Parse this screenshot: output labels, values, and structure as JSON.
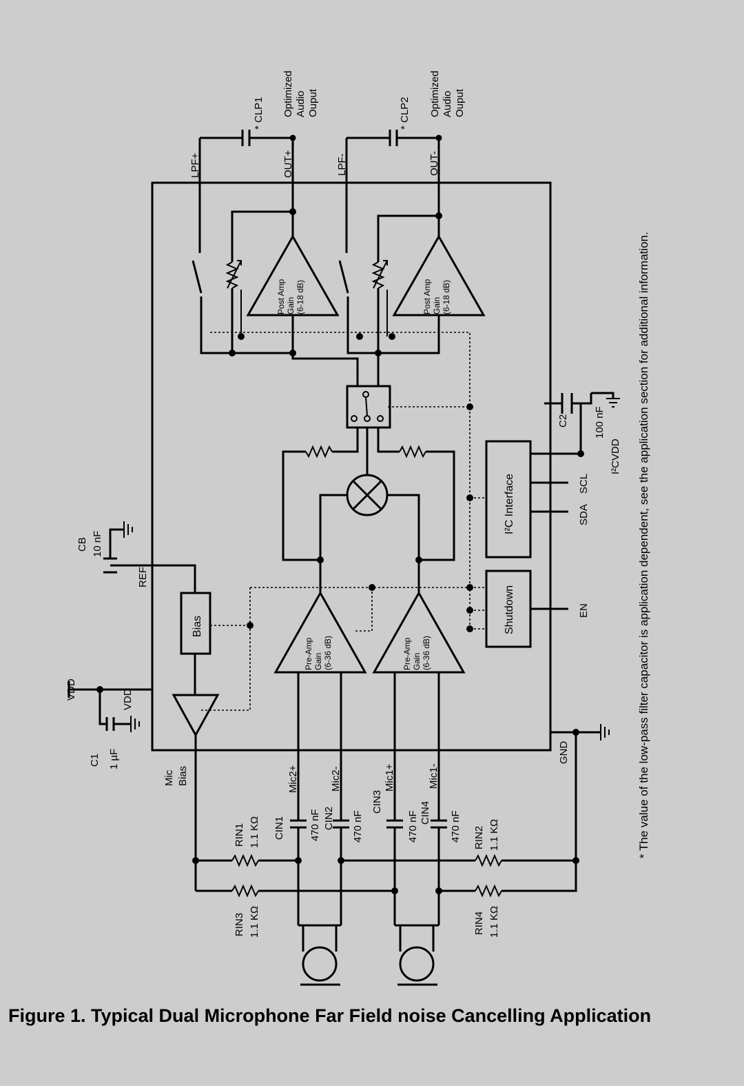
{
  "caption": "Figure 1.  Typical Dual Microphone Far Field noise Cancelling Application",
  "footnote": "* The value of the low-pass filter capacitor  is application dependent, see the application section for additional information.",
  "blocks": {
    "bias": "Bias",
    "shutdown": "Shutdown",
    "i2c": "I²C Interface",
    "preamp": [
      "Pre-Amp",
      "Gain",
      "(6-36 dB)"
    ],
    "postamp": [
      "Post Amp",
      "Gain",
      "(6-18 dB)"
    ]
  },
  "pins": {
    "lpf_plus": "LPF+",
    "out_plus": "OUT+",
    "lpf_minus": "LPF-",
    "out_minus": "OUT-",
    "ref": "REF",
    "mic_bias": [
      "Mic",
      "Bias"
    ],
    "gnd": "GND",
    "mic2_plus": "Mic2+",
    "mic2_minus": "Mic2-",
    "mic1_plus": "Mic1+",
    "mic1_minus": "Mic1-",
    "sda": "SDA",
    "scl": "SCL",
    "en": "EN",
    "i2cvdd": "I²CVDD"
  },
  "labels": {
    "cb": "CB",
    "cb_val": "10 nF",
    "vdd": "VDD",
    "vdd2": "VDD",
    "c1": "C1",
    "c1_val": "1 µF",
    "clp1": "* CLP1",
    "clp2": "* CLP2",
    "audio_out": [
      "Optimized",
      "Audio",
      "Ouput"
    ],
    "c2": "C2",
    "c2_val": "100 nF",
    "rin1": "RIN1",
    "rin1_val": "1.1 KΩ",
    "rin3": "RIN3",
    "rin3_val": "1.1 KΩ",
    "rin2": "RIN2",
    "rin2_val": "1.1 KΩ",
    "rin4": "RIN4",
    "rin4_val": "1.1 KΩ",
    "cin1": "CIN1",
    "cin1_val": "470 nF",
    "cin2": "CIN2",
    "cin2_val": "470 nF",
    "cin3": "CIN3",
    "cin3_val": "470 nF",
    "cin4": "CIN4",
    "cin4_val": "470 nF"
  }
}
